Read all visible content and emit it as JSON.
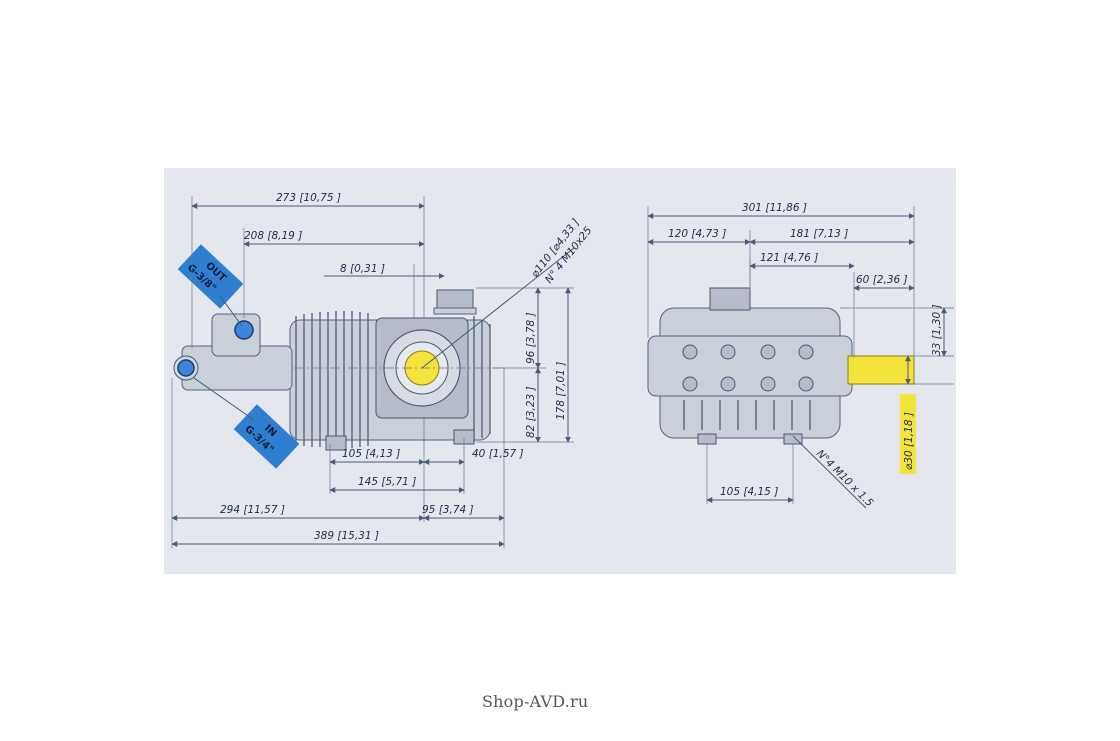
{
  "drawing": {
    "dims_side": {
      "overall_top": "273 [10,75 ]",
      "out_offset": "208 [8,19 ]",
      "shaft_offset": "8 [0,31 ]",
      "flange": "⌀110 [⌀4,33 ]",
      "flange_bolts": "N° 4 M10x25",
      "height_upper": "96 [3,78 ]",
      "height_total": "178 [7,01 ]",
      "height_lower": "82 [3,23 ]",
      "foot_spacing": "105 [4,13 ]",
      "foot_right": "40 [1,57 ]",
      "foot_total": "145 [5,71 ]",
      "base_left": "294 [11,57 ]",
      "base_right": "95 [3,74 ]",
      "overall_bottom": "389 [15,31 ]"
    },
    "dims_front": {
      "overall": "301 [11,86 ]",
      "left_part": "120 [4,73 ]",
      "right_part": "181 [7,13 ]",
      "shaft_from_center": "121 [4,76 ]",
      "shaft_length": "60 [2,36 ]",
      "shaft_height": "33 [1,30 ]",
      "shaft_diameter": "⌀30 [1,18 ]",
      "foot_spacing": "105 [4,15 ]",
      "foot_bolts": "N°4 M10 x 1.5"
    },
    "tags": {
      "outlet_title": "OUT",
      "outlet_thread": "G-3/8\"",
      "inlet_title": "IN",
      "inlet_thread": "G-3/4\""
    }
  },
  "footer": {
    "watermark": "Shop-AVD.ru"
  },
  "colors": {
    "panel": "#e4e8ee",
    "tag_blue": "#2f7fd0",
    "shaft_yellow": "#f4e33a",
    "line": "#4a5a78"
  }
}
